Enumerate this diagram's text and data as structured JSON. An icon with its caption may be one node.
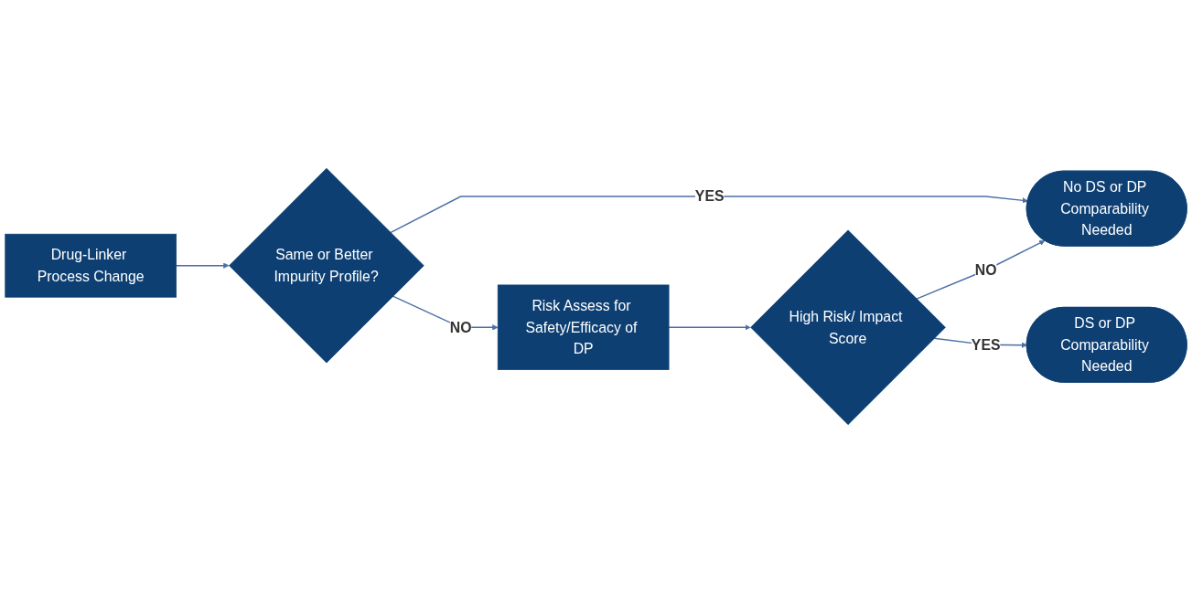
{
  "diagram": {
    "nodes": [
      {
        "text": [
          "Drug-Linker Process Change"
        ]
      },
      {
        "text": [
          "Same or Better Impurity Profile?"
        ]
      },
      {
        "text": [
          "No DS or DP Comparability Needed"
        ]
      },
      {
        "text": [
          "Risk Assess for Safety/Efficacy of DP"
        ]
      },
      {
        "text": [
          "High Risk/ Impact Score"
        ]
      },
      {
        "text": [
          "DS or DP Comparability Needed"
        ]
      }
    ],
    "edges": [
      {
        "from": 0,
        "to": 1,
        "arrow": "to"
      },
      {
        "from": 1,
        "to": 2,
        "arrow": "to",
        "label": "YES"
      },
      {
        "from": 1,
        "to": 3,
        "arrow": "to",
        "label": "NO"
      },
      {
        "from": 3,
        "to": 4,
        "arrow": "to"
      },
      {
        "from": 4,
        "to": 2,
        "arrow": "to",
        "label": "NO"
      },
      {
        "from": 4,
        "to": 5,
        "arrow": "to",
        "label": "YES"
      }
    ]
  }
}
